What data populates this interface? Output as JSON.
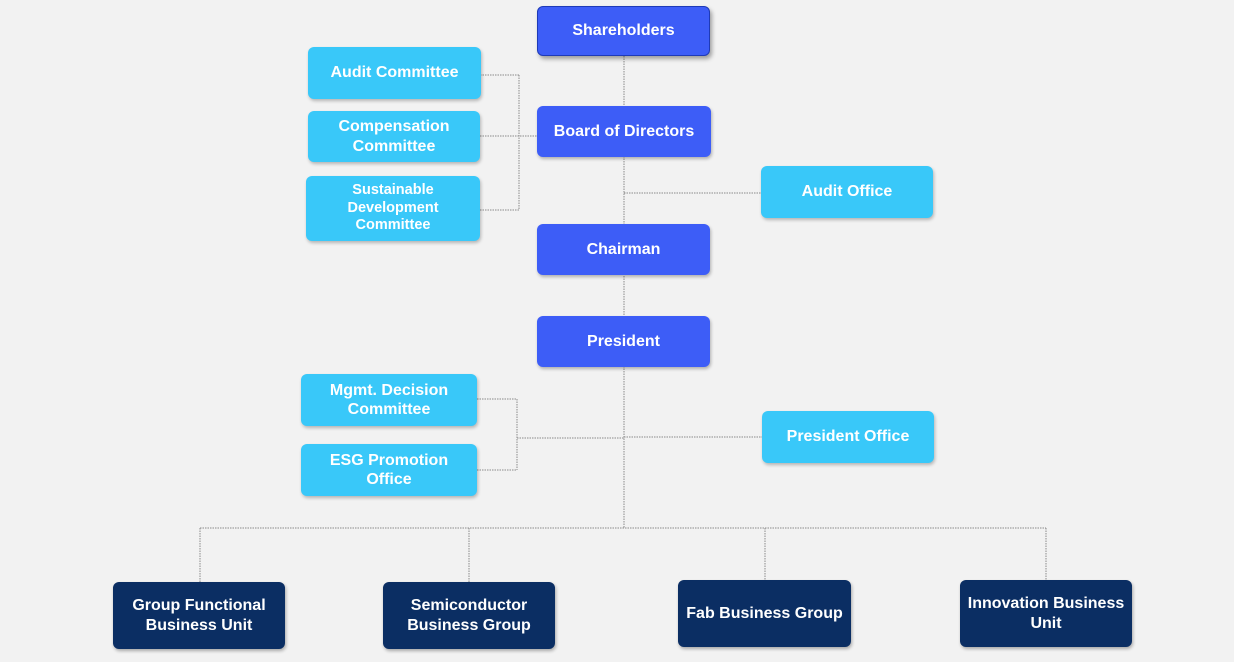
{
  "nodes": {
    "shareholders": "Shareholders",
    "board_of_directors": "Board of Directors",
    "audit_committee": "Audit Committee",
    "compensation_committee": "Compensation Committee",
    "sustainable_development_committee": "Sustainable Development Committee",
    "audit_office": "Audit Office",
    "chairman": "Chairman",
    "president": "President",
    "mgmt_decision_committee": "Mgmt. Decision Committee",
    "esg_promotion_office": "ESG Promotion Office",
    "president_office": "President Office",
    "group_functional_business_unit": "Group Functional Business Unit",
    "semiconductor_business_group": "Semiconductor Business Group",
    "fab_business_group": "Fab Business Group",
    "innovation_business_unit": "Innovation Business Unit"
  },
  "colors": {
    "executive": "#3d5df7",
    "support": "#39c8f9",
    "business": "#0b2e63",
    "connector": "#8a8a8a",
    "background": "#f2f2f2"
  }
}
